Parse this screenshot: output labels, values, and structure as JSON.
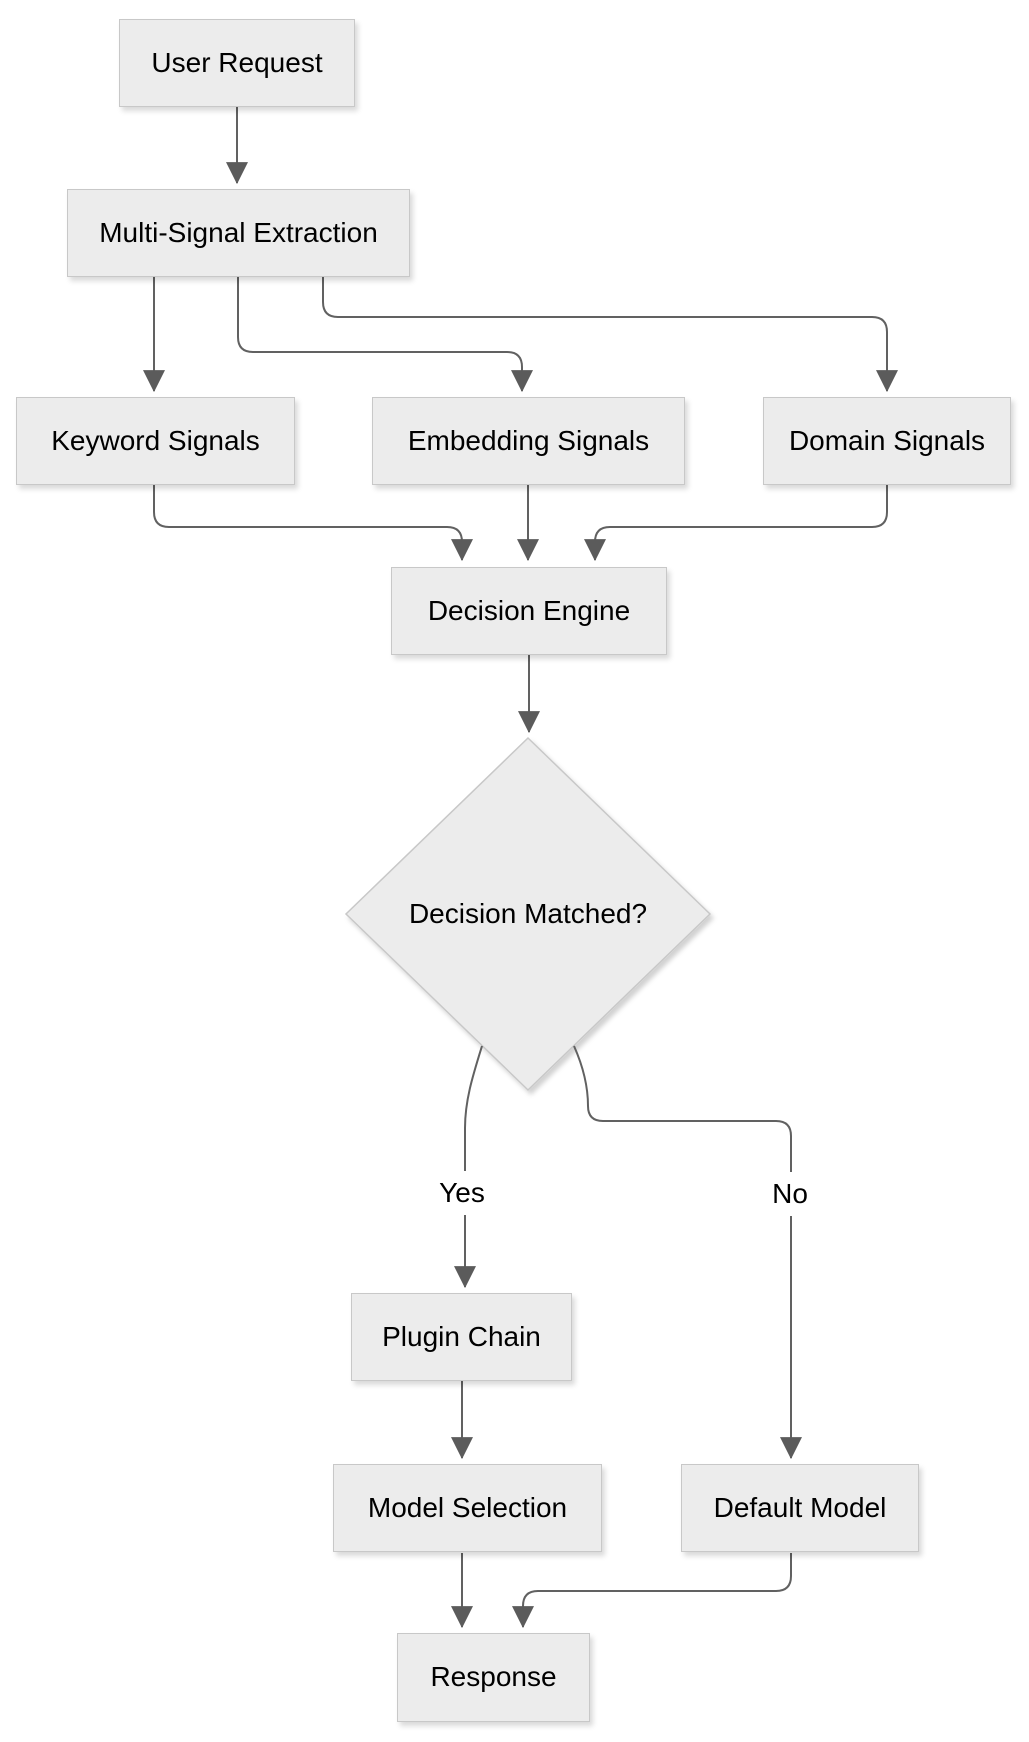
{
  "diagram": {
    "type": "flowchart",
    "direction": "top-down",
    "colors": {
      "background": "#ffffff",
      "node_fill": "#ececec",
      "node_border": "#c8c8c8",
      "edge": "#616161",
      "arrowhead": "#5b5b5b",
      "text": "#000000"
    },
    "nodes": [
      {
        "id": "user-request",
        "label": "User Request",
        "shape": "rect"
      },
      {
        "id": "multi-signal-extraction",
        "label": "Multi-Signal Extraction",
        "shape": "rect"
      },
      {
        "id": "keyword-signals",
        "label": "Keyword Signals",
        "shape": "rect"
      },
      {
        "id": "embedding-signals",
        "label": "Embedding Signals",
        "shape": "rect"
      },
      {
        "id": "domain-signals",
        "label": "Domain Signals",
        "shape": "rect"
      },
      {
        "id": "decision-engine",
        "label": "Decision Engine",
        "shape": "rect"
      },
      {
        "id": "decision-matched",
        "label": "Decision Matched?",
        "shape": "diamond"
      },
      {
        "id": "plugin-chain",
        "label": "Plugin Chain",
        "shape": "rect"
      },
      {
        "id": "model-selection",
        "label": "Model Selection",
        "shape": "rect"
      },
      {
        "id": "default-model",
        "label": "Default Model",
        "shape": "rect"
      },
      {
        "id": "response",
        "label": "Response",
        "shape": "rect"
      }
    ],
    "edges": [
      {
        "from": "user-request",
        "to": "multi-signal-extraction",
        "label": ""
      },
      {
        "from": "multi-signal-extraction",
        "to": "keyword-signals",
        "label": ""
      },
      {
        "from": "multi-signal-extraction",
        "to": "embedding-signals",
        "label": ""
      },
      {
        "from": "multi-signal-extraction",
        "to": "domain-signals",
        "label": ""
      },
      {
        "from": "keyword-signals",
        "to": "decision-engine",
        "label": ""
      },
      {
        "from": "embedding-signals",
        "to": "decision-engine",
        "label": ""
      },
      {
        "from": "domain-signals",
        "to": "decision-engine",
        "label": ""
      },
      {
        "from": "decision-engine",
        "to": "decision-matched",
        "label": ""
      },
      {
        "from": "decision-matched",
        "to": "plugin-chain",
        "label": "Yes"
      },
      {
        "from": "decision-matched",
        "to": "default-model",
        "label": "No"
      },
      {
        "from": "plugin-chain",
        "to": "model-selection",
        "label": ""
      },
      {
        "from": "model-selection",
        "to": "response",
        "label": ""
      },
      {
        "from": "default-model",
        "to": "response",
        "label": ""
      }
    ]
  }
}
